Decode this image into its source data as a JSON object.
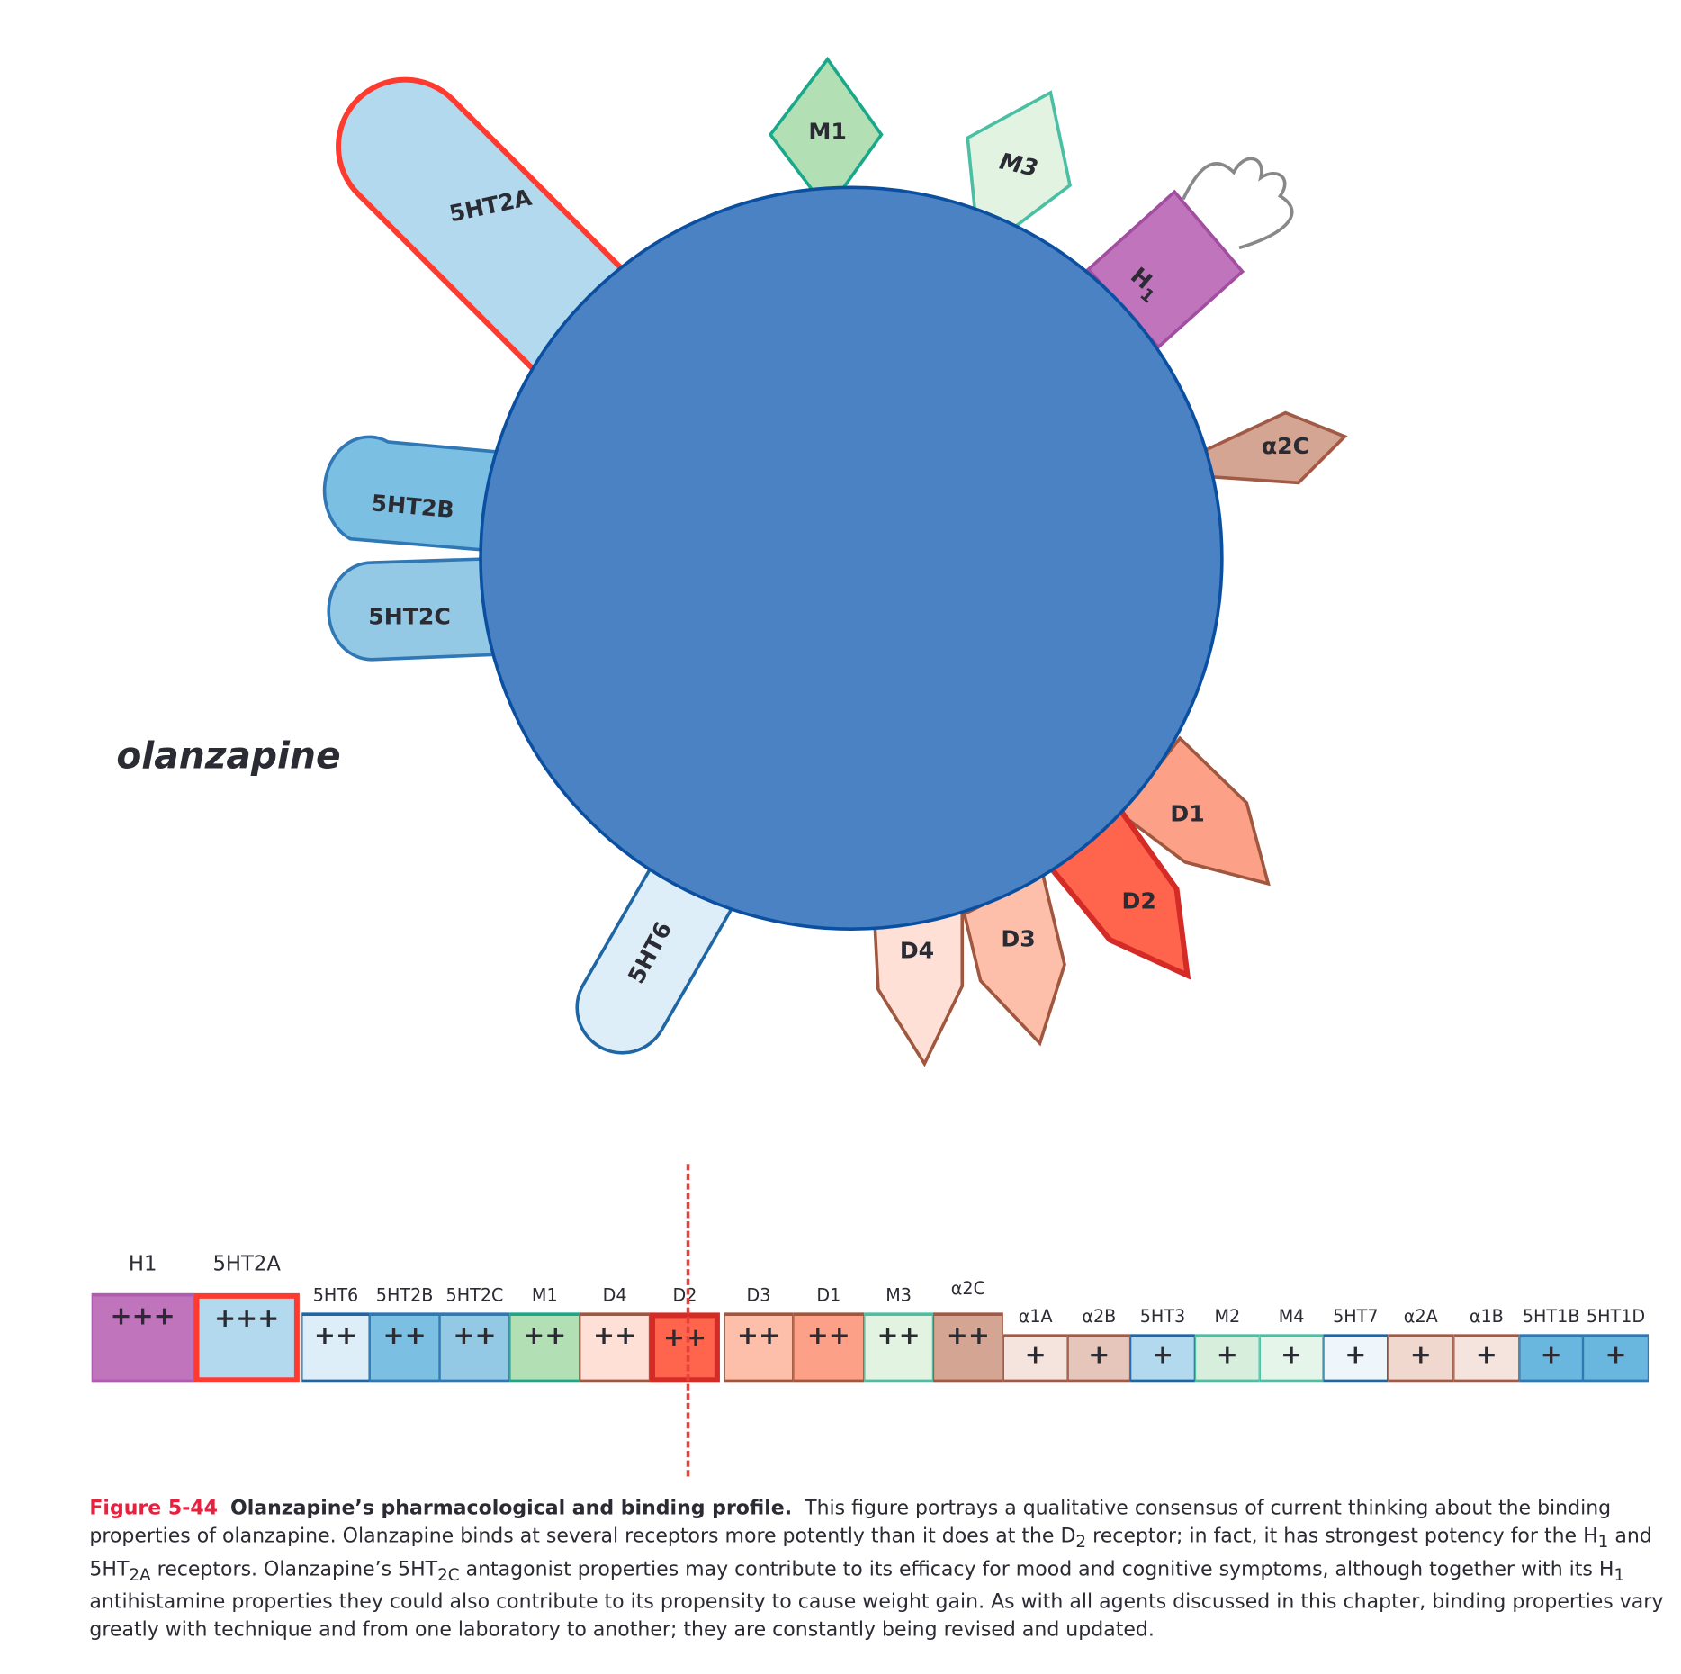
{
  "drug_name": "olanzapine",
  "receptors_diagram": {
    "labels": {
      "r5ht2a": "5HT2A",
      "m1": "M1",
      "m3": "M3",
      "h1": "H",
      "h1_sub": "1",
      "a2c": "α2C",
      "r5ht2b": "5HT2B",
      "r5ht2c": "5HT2C",
      "r5ht6": "5HT6",
      "d1": "D1",
      "d2": "D2",
      "d3": "D3",
      "d4": "D4"
    }
  },
  "binding_profile": [
    {
      "label": "H1",
      "potency": "+++",
      "fill": "#c074bc",
      "stroke": "#b15bb0"
    },
    {
      "label": "5HT2A",
      "potency": "+++",
      "fill": "#b3d9ee",
      "stroke": "#ff3b2f",
      "highlight": true
    },
    {
      "label": "5HT6",
      "potency": "++",
      "fill": "#ddeef8",
      "stroke": "#1f66a5"
    },
    {
      "label": "5HT2B",
      "potency": "++",
      "fill": "#7bbfe2",
      "stroke": "#2f78b5"
    },
    {
      "label": "5HT2C",
      "potency": "++",
      "fill": "#94c9e6",
      "stroke": "#2f78b5"
    },
    {
      "label": "M1",
      "potency": "++",
      "fill": "#b2dfb4",
      "stroke": "#1aa88a"
    },
    {
      "label": "D4",
      "potency": "++",
      "fill": "#ffe0d6",
      "stroke": "#a0573f"
    },
    {
      "label": "D2",
      "potency": "++",
      "fill": "#ff644c",
      "stroke": "#d42b26",
      "highlight": true
    },
    {
      "label": "D3",
      "potency": "++",
      "fill": "#fdbeaa",
      "stroke": "#a0573f"
    },
    {
      "label": "D1",
      "potency": "++",
      "fill": "#fda088",
      "stroke": "#a0573f"
    },
    {
      "label": "M3",
      "potency": "++",
      "fill": "#e2f3e2",
      "stroke": "#4bbfa3"
    },
    {
      "label": "α2C",
      "potency": "++",
      "fill": "#d5a593",
      "stroke": "#a05a45"
    },
    {
      "label": "α1A",
      "potency": "+",
      "fill": "#f5e3dd",
      "stroke": "#a05a45"
    },
    {
      "label": "α2B",
      "potency": "+",
      "fill": "#e6c6ba",
      "stroke": "#a05a45"
    },
    {
      "label": "5HT3",
      "potency": "+",
      "fill": "#b3d9ee",
      "stroke": "#1f66a5"
    },
    {
      "label": "M2",
      "potency": "+",
      "fill": "#d6eedb",
      "stroke": "#4bbfa3"
    },
    {
      "label": "M4",
      "potency": "+",
      "fill": "#e6f5ea",
      "stroke": "#4bbfa3"
    },
    {
      "label": "5HT7",
      "potency": "+",
      "fill": "#eef6fc",
      "stroke": "#1f66a5"
    },
    {
      "label": "α2A",
      "potency": "+",
      "fill": "#f0d8cf",
      "stroke": "#a05a45"
    },
    {
      "label": "α1B",
      "potency": "+",
      "fill": "#f5e3dd",
      "stroke": "#a05a45"
    },
    {
      "label": "5HT1B",
      "potency": "+",
      "fill": "#69b6df",
      "stroke": "#2f78b5"
    },
    {
      "label": "5HT1D",
      "potency": "+",
      "fill": "#69b6df",
      "stroke": "#2f78b5"
    }
  ],
  "caption": {
    "figure": "Figure 5-44",
    "title": "Olanzapine’s pharmacological and binding profile.",
    "t1": "This figure portrays a qualitative consensus of current thinking about the binding properties of olanzapine. Olanzapine binds at several receptors more potently than it does at the D",
    "s1": "2",
    "t2": " receptor; in fact, it has strongest potency for the H",
    "s2": "1",
    "t3": " and 5HT",
    "s3": "2A",
    "t4": " receptors. Olanzapine’s 5HT",
    "s4": "2C",
    "t5": " antagonist properties may contribute to its efficacy for mood and cognitive symptoms, although together with its H",
    "s5": "1",
    "t6": " antihistamine properties they could also contribute to its propensity to cause weight gain. As with all agents discussed in this chapter, binding properties vary greatly with technique and from one laboratory to another; they are constantly being revised and updated."
  }
}
